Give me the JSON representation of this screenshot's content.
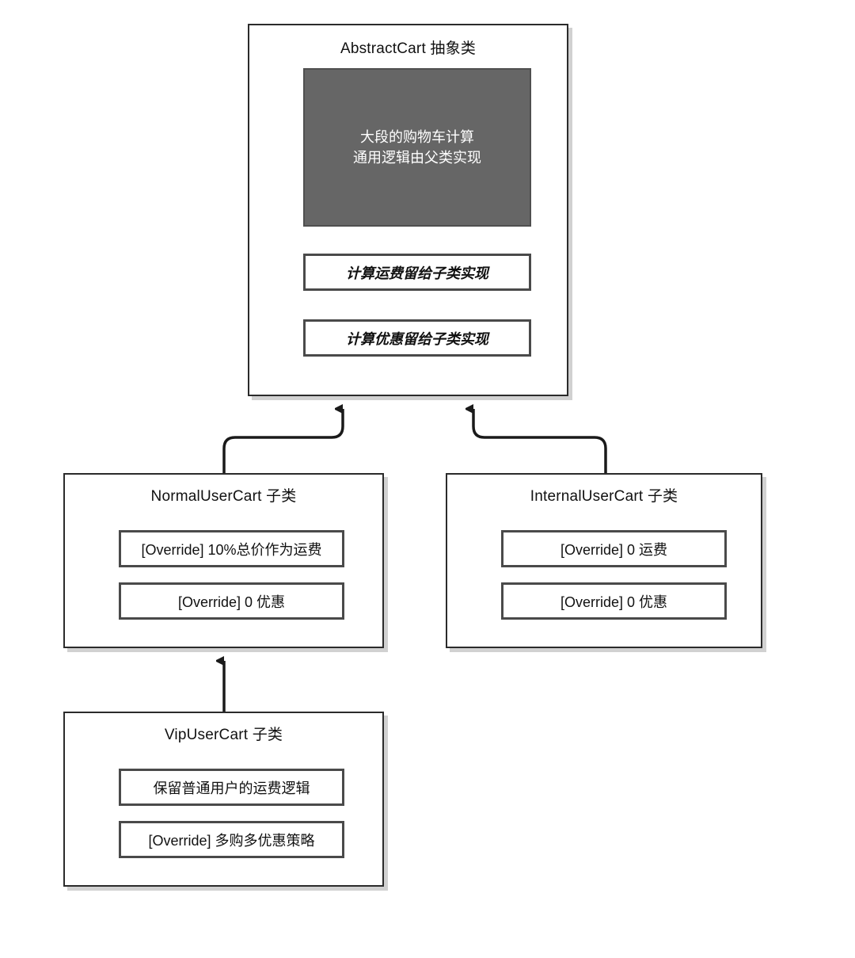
{
  "diagram": {
    "type": "uml-class-inheritance",
    "background_color": "#ffffff",
    "border_color": "#2b2b2b",
    "logic_block_color": "#666666",
    "member_border_color": "#4a4a4a"
  },
  "classes": {
    "abstract_cart": {
      "title": "AbstractCart 抽象类",
      "logic_block": {
        "line1": "大段的购物车计算",
        "line2": "通用逻辑由父类实现"
      },
      "members": [
        {
          "label": "计算运费留给子类实现",
          "abstract": true
        },
        {
          "label": "计算优惠留给子类实现",
          "abstract": true
        }
      ]
    },
    "normal_user_cart": {
      "title": "NormalUserCart 子类",
      "members": [
        {
          "label": "[Override] 10%总价作为运费",
          "abstract": false
        },
        {
          "label": "[Override] 0 优惠",
          "abstract": false
        }
      ]
    },
    "internal_user_cart": {
      "title": "InternalUserCart 子类",
      "members": [
        {
          "label": "[Override] 0 运费",
          "abstract": false
        },
        {
          "label": "[Override] 0 优惠",
          "abstract": false
        }
      ]
    },
    "vip_user_cart": {
      "title": "VipUserCart 子类",
      "members": [
        {
          "label": "保留普通用户的运费逻辑",
          "abstract": false
        },
        {
          "label": "[Override] 多购多优惠策略",
          "abstract": false
        }
      ]
    }
  },
  "edges": [
    {
      "name": "normal-to-abstract",
      "from": "NormalUserCart",
      "to": "AbstractCart",
      "kind": "inheritance"
    },
    {
      "name": "internal-to-abstract",
      "from": "InternalUserCart",
      "to": "AbstractCart",
      "kind": "inheritance"
    },
    {
      "name": "vip-to-normal",
      "from": "VipUserCart",
      "to": "NormalUserCart",
      "kind": "inheritance"
    }
  ]
}
